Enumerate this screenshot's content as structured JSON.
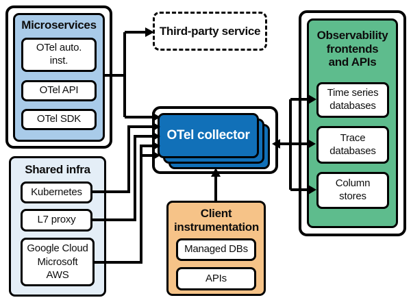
{
  "diagram": {
    "title_hint": "OpenTelemetry data collection architecture",
    "microservices": {
      "title": "Microservices",
      "items": [
        "OTel auto. inst.",
        "OTel API",
        "OTel SDK"
      ]
    },
    "third_party": {
      "label": "Third-party service"
    },
    "collector": {
      "label": "OTel collector"
    },
    "shared_infra": {
      "title": "Shared infra",
      "items": [
        "Kubernetes",
        "L7 proxy",
        "Google Cloud Microsoft AWS"
      ]
    },
    "client_instrumentation": {
      "title": "Client instrumentation",
      "items": [
        "Managed DBs",
        "APIs"
      ]
    },
    "observability": {
      "title": "Observability frontends and APIs",
      "items": [
        "Time series databases",
        "Trace databases",
        "Column stores"
      ]
    },
    "connections": [
      {
        "from": "Microservices",
        "to": "Third-party service"
      },
      {
        "from": "Microservices",
        "to": "OTel collector"
      },
      {
        "from": "Kubernetes",
        "to": "OTel collector"
      },
      {
        "from": "L7 proxy",
        "to": "OTel collector"
      },
      {
        "from": "Google Cloud Microsoft AWS",
        "to": "OTel collector"
      },
      {
        "from": "Client instrumentation",
        "to": "OTel collector"
      },
      {
        "from": "OTel collector",
        "to": "Time series databases"
      },
      {
        "from": "OTel collector",
        "to": "Trace databases",
        "bidirectional": true
      },
      {
        "from": "OTel collector",
        "to": "Column stores"
      }
    ],
    "colors": {
      "microservices_fill": "#a9cbe9",
      "shared_infra_fill": "#e4eef7",
      "collector_fill": "#1170b8",
      "observability_fill": "#5ebc8d",
      "client_fill": "#f6c388",
      "line": "#000000",
      "box_bg": "#ffffff"
    }
  }
}
